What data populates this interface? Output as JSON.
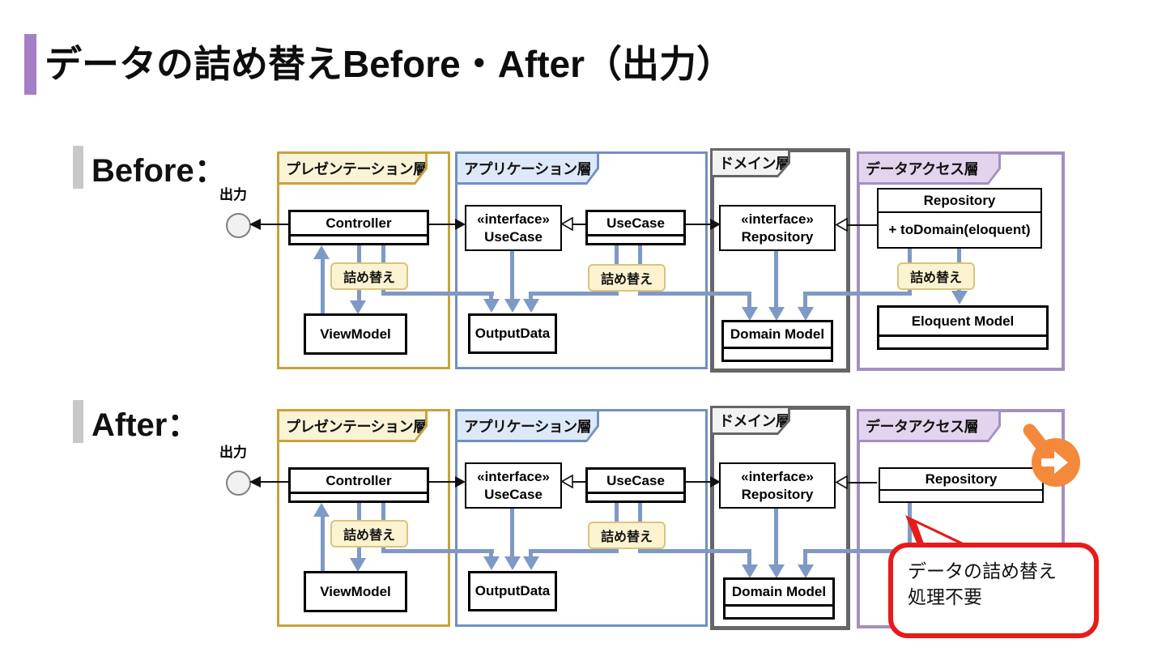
{
  "title": "データの詰め替えBefore・After（出力）",
  "sections": {
    "before": "Before：",
    "after": "After："
  },
  "labels": {
    "output": "出力",
    "repack": "詰め替え"
  },
  "layers": {
    "presentation": "プレゼンテーション層",
    "application": "アプリケーション層",
    "domain": "ドメイン層",
    "data_access": "データアクセス層"
  },
  "classes": {
    "controller": "Controller",
    "view_model": "ViewModel",
    "interface_stereotype": "«interface»",
    "usecase": "UseCase",
    "output_data": "OutputData",
    "repository": "Repository",
    "domain_model": "Domain Model",
    "eloquent_model": "Eloquent Model",
    "to_domain_method": "+ toDomain(eloquent)"
  },
  "callout": {
    "line1": "データの詰め替え",
    "line2": "処理不要"
  },
  "colors": {
    "accent_purple": "#A57FC5",
    "presentation_border": "#C8A23C",
    "presentation_fill": "#FBF3D5",
    "application_border": "#7190C1",
    "application_fill": "#DCE9F8",
    "domain_border": "#666666",
    "domain_fill": "#F2F2F2",
    "data_access_border": "#A38FC2",
    "data_access_fill": "#E2D4EC",
    "flow_blue": "#7E99C6",
    "note_fill": "#FDF3D0",
    "note_border": "#D9C47F",
    "callout_red": "#E81A1A",
    "arrow_orange": "#F5893B",
    "section_bar": "#C8C8C8"
  }
}
